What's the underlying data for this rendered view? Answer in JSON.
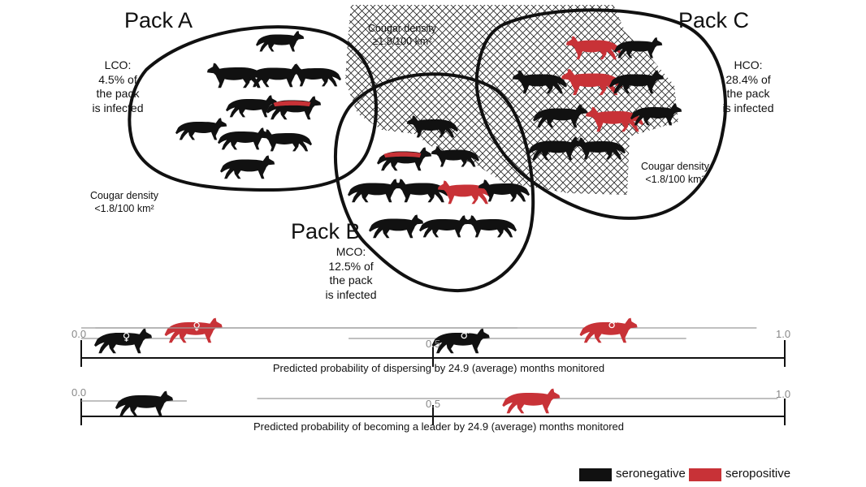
{
  "colors": {
    "seronegative": "#111111",
    "seropositive": "#c83237",
    "axis": "#111111",
    "gray_line": "#9b9b9b",
    "tick_text": "#888888"
  },
  "packs": [
    {
      "title": "Pack A",
      "info": [
        "LCO:",
        "4.5% of",
        "the pack",
        "is infected"
      ]
    },
    {
      "title": "Pack B",
      "info": [
        "MCO:",
        "12.5% of",
        "the pack",
        "is infected"
      ]
    },
    {
      "title": "Pack C",
      "info": [
        "HCO:",
        "28.4% of",
        "the pack",
        "is infected"
      ]
    }
  ],
  "cougar": {
    "high": [
      "Cougar density",
      "≥1.8/100 km²"
    ],
    "low_left": [
      "Cougar density",
      "<1.8/100 km²"
    ],
    "low_right": [
      "Cougar density",
      "<1.8/100 km²"
    ]
  },
  "axes": [
    {
      "label": "Predicted probability of dispersing by 24.9 (average) months monitored",
      "ticks": [
        "0.0",
        "0.5",
        "1.0"
      ],
      "min": 0,
      "max": 1,
      "markers": [
        {
          "status": "seronegative",
          "sex": "female",
          "value": 0.06,
          "ci": [
            0.0,
            0.18
          ]
        },
        {
          "status": "seropositive",
          "sex": "female",
          "value": 0.16,
          "ci": [
            0.02,
            0.62
          ]
        },
        {
          "status": "seronegative",
          "sex": "male",
          "value": 0.54,
          "ci": [
            0.38,
            0.86
          ]
        },
        {
          "status": "seropositive",
          "sex": "male",
          "value": 0.75,
          "ci": [
            0.0,
            0.96
          ]
        }
      ]
    },
    {
      "label": "Predicted probability of becoming a leader by 24.9 (average) months monitored",
      "ticks": [
        "0.0",
        "0.5",
        "1.0"
      ],
      "min": 0,
      "max": 1,
      "markers": [
        {
          "status": "seronegative",
          "value": 0.09,
          "ci": [
            0.0,
            0.15
          ]
        },
        {
          "status": "seropositive",
          "value": 0.64,
          "ci": [
            0.25,
            0.99
          ]
        }
      ]
    }
  ],
  "legend": [
    {
      "status": "seronegative",
      "label": "seronegative"
    },
    {
      "status": "seropositive",
      "label": "seropositive"
    }
  ]
}
